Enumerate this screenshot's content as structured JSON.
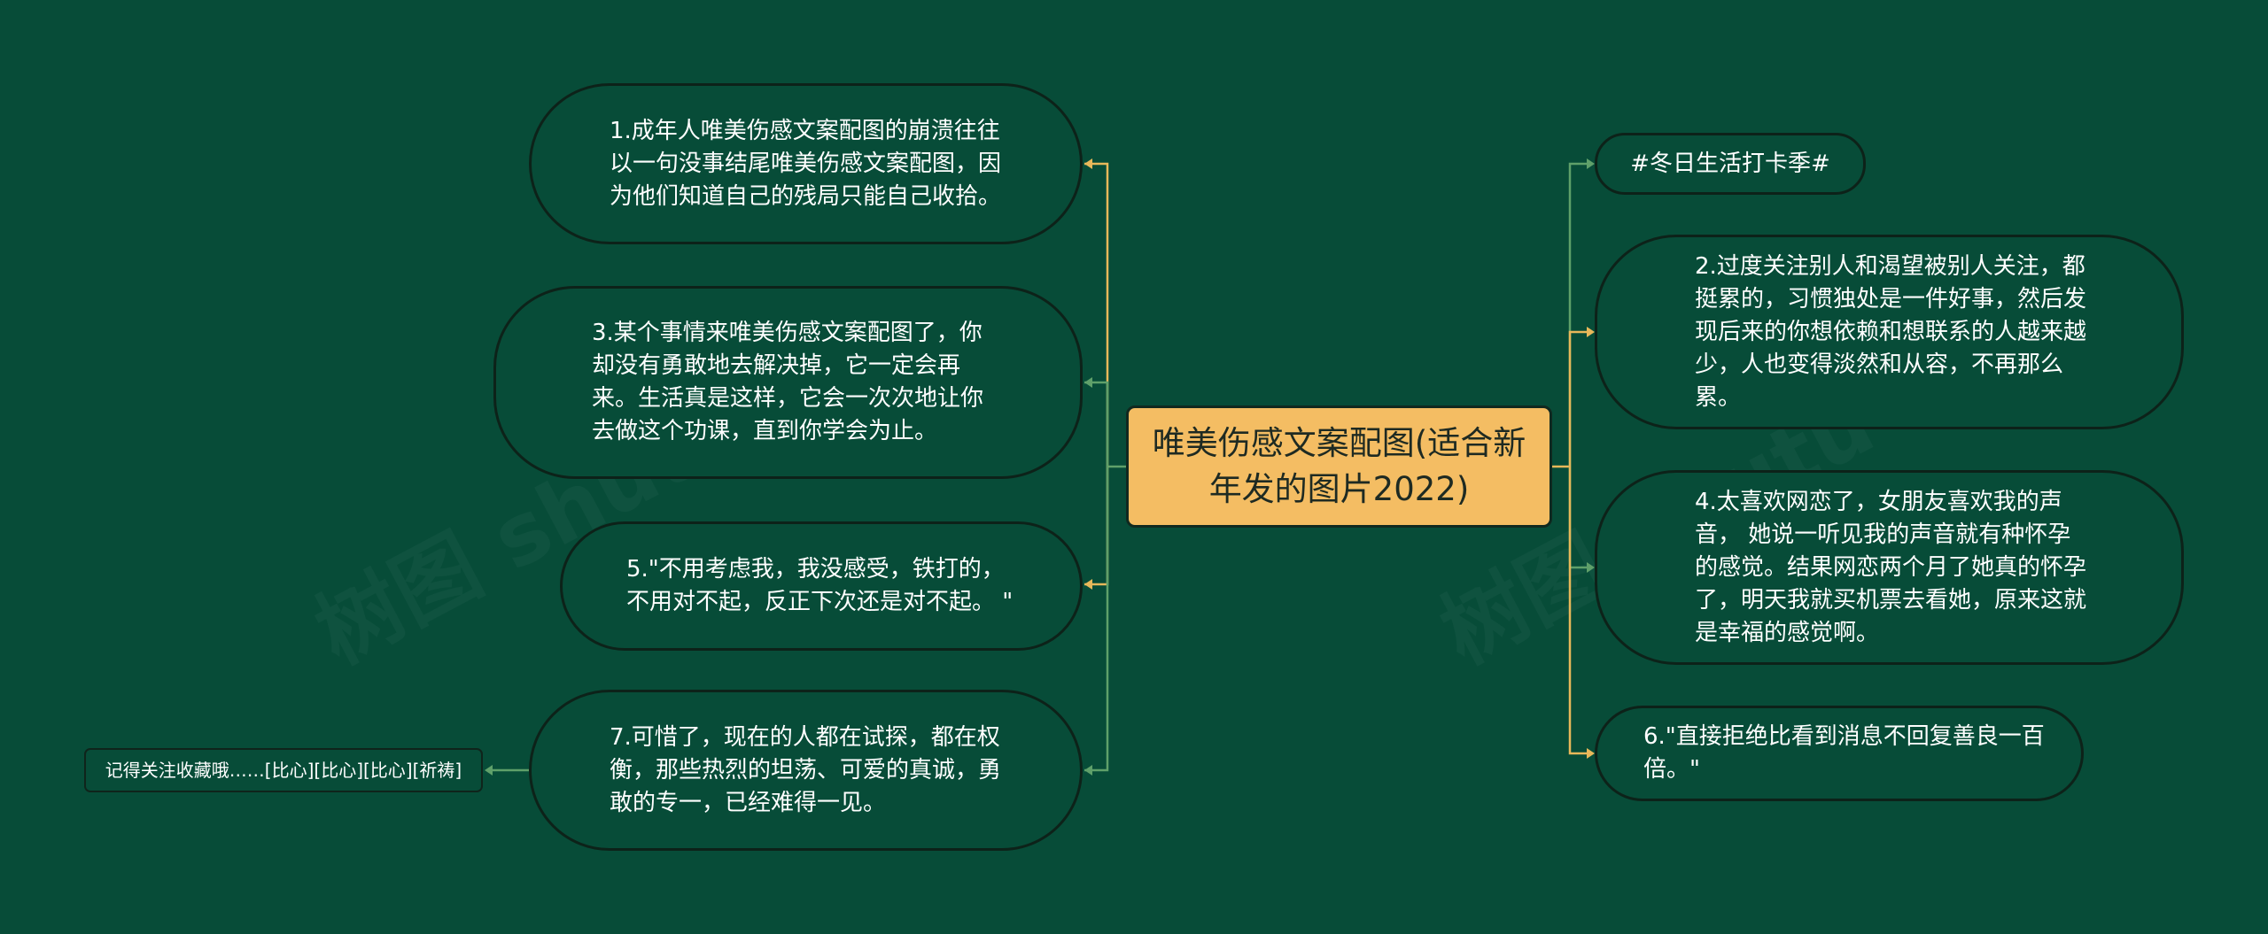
{
  "central": {
    "text": "唯美伤感文案配图(适合新年发的图片2022)"
  },
  "left_nodes": [
    {
      "text": "1.成年人唯美伤感文案配图的崩溃往往以一句没事结尾唯美伤感文案配图，因为他们知道自己的残局只能自己收拾。"
    },
    {
      "text": "3.某个事情来唯美伤感文案配图了，你却没有勇敢地去解决掉，它一定会再来。生活真是这样，它会一次次地让你去做这个功课，直到你学会为止。"
    },
    {
      "text": "5.\"不用考虑我，我没感受，铁打的，不用对不起，反正下次还是对不起。 \""
    },
    {
      "text": "7.可惜了，现在的人都在试探，都在权衡，那些热烈的坦荡、可爱的真诚，勇敢的专一，已经难得一见。"
    }
  ],
  "right_nodes": [
    {
      "text": "#冬日生活打卡季#"
    },
    {
      "text": "2.过度关注别人和渴望被别人关注，都挺累的，习惯独处是一件好事，然后发现后来的你想依赖和想联系的人越来越少，人也变得淡然和从容，不再那么累。"
    },
    {
      "text": "4.太喜欢网恋了，女朋友喜欢我的声音， 她说一听见我的声音就有种怀孕的感觉。结果网恋两个月了她真的怀孕了，明天我就买机票去看她，原来这就是幸福的感觉啊。"
    },
    {
      "text": "6.\"直接拒绝比看到消息不回复善良一百倍。\""
    }
  ],
  "leaf_node": {
    "text": "记得关注收藏哦……[比心][比心][比心][祈祷]"
  },
  "colors": {
    "background": "#074c38",
    "central_fill": "#f4bd63",
    "node_border": "#0d2219",
    "connector_yellow": "#e8b85a",
    "connector_green": "#5fa06a",
    "text": "#ffffff"
  }
}
